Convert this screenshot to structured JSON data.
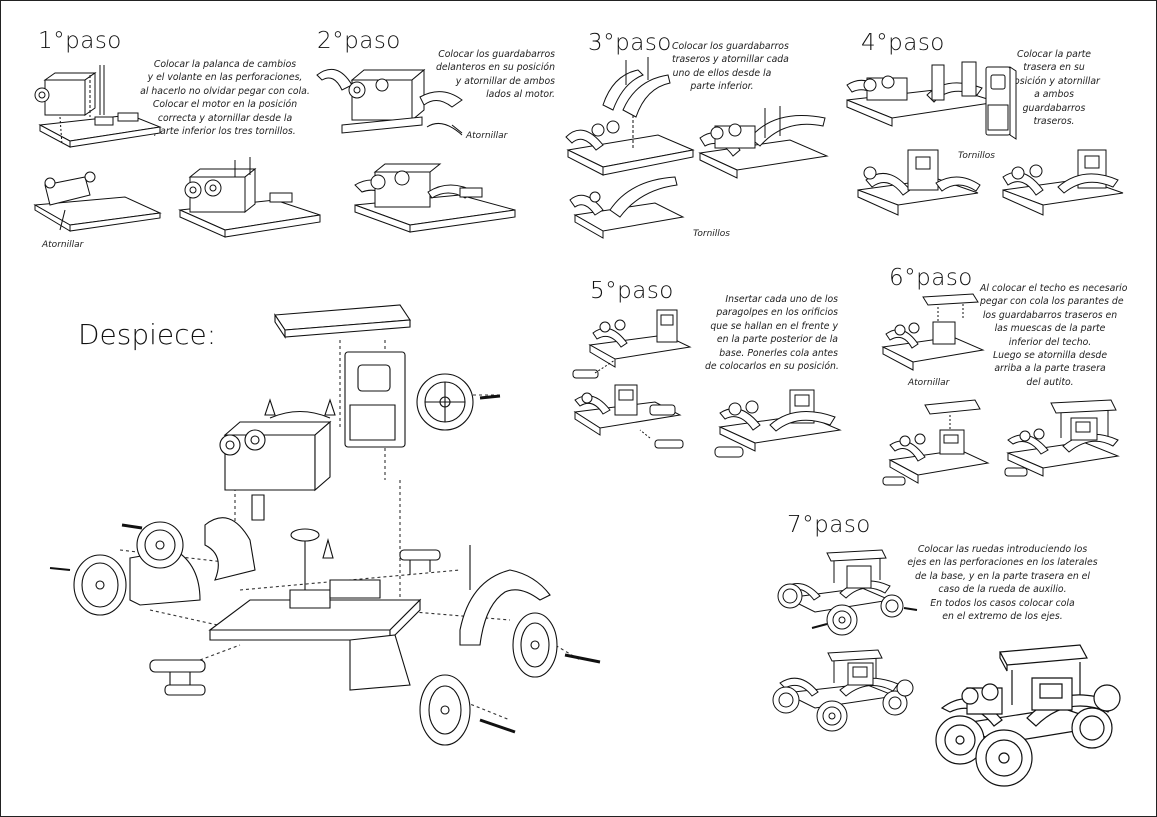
{
  "steps": [
    {
      "title": "1°paso",
      "text": [
        "Colocar la palanca de cambios",
        "y el volante en las perforaciones,",
        "al hacerlo no olvidar pegar con cola.",
        "Colocar el motor en la posición",
        "correcta y atornillar desde la",
        "parte inferior los tres tornillos."
      ],
      "labels": [
        "Atornillar"
      ]
    },
    {
      "title": "2°paso",
      "text": [
        "Colocar los guardabarros",
        "delanteros en su posición",
        "y atornillar de ambos",
        "lados al motor."
      ],
      "labels": [
        "Atornillar"
      ]
    },
    {
      "title": "3°paso",
      "text": [
        "Colocar los guardabarros",
        "traseros y atornillar cada",
        "uno de ellos desde la",
        "parte inferior."
      ],
      "labels": [
        "Tornillos"
      ]
    },
    {
      "title": "4°paso",
      "text": [
        "Colocar la parte",
        "trasera en su",
        "posición y atornillar",
        "a ambos",
        "guardabarros",
        "traseros."
      ],
      "labels": [
        "Tornillos"
      ]
    },
    {
      "title": "5°paso",
      "text": [
        "Insertar cada uno de los",
        "paragolpes en los orificios",
        "que se hallan en el frente y",
        "en la parte posterior de la",
        "base. Ponerles cola antes",
        "de colocarlos en su posición."
      ],
      "labels": []
    },
    {
      "title": "6°paso",
      "text": [
        "Al colocar el techo es necesario",
        "pegar con cola los parantes de",
        "los guardabarros traseros en",
        "las muescas de la parte",
        "inferior del techo.",
        "Luego se atornilla desde",
        "arriba a la parte trasera",
        "del autito."
      ],
      "labels": [
        "Atornillar"
      ]
    },
    {
      "title": "7°paso",
      "text": [
        "Colocar las ruedas introduciendo los",
        "ejes en las perforaciones en los laterales",
        "de la base, y en la parte trasera en el",
        "caso de la rueda de auxilio.",
        "En todos los casos colocar cola",
        "en el extremo de los ejes."
      ],
      "labels": []
    }
  ],
  "despiece": {
    "title": "Despiece:"
  }
}
